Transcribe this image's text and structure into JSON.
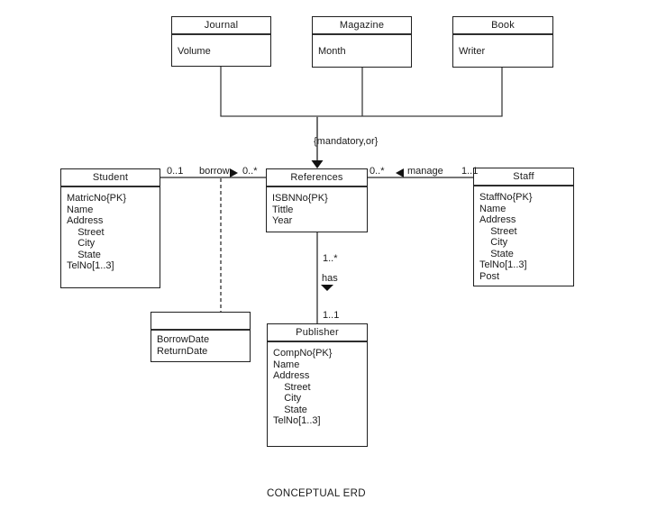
{
  "footer": {
    "label": "CONCEPTUAL ERD"
  },
  "colors": {
    "background": "#ffffff",
    "box_border": "#1f1f1f",
    "relationship_line": "#767676",
    "tree_line": "#3c3c3c",
    "text": "#1a1a1a"
  },
  "entities": {
    "journal": {
      "title": "Journal",
      "attrs": [
        "Volume"
      ]
    },
    "magazine": {
      "title": "Magazine",
      "attrs": [
        "Month"
      ]
    },
    "book": {
      "title": "Book",
      "attrs": [
        "Writer"
      ]
    },
    "student": {
      "title": "Student",
      "attrs": [
        "MatricNo{PK}",
        "Name",
        "Address",
        "    Street",
        "    City",
        "    State",
        "TelNo[1..3]"
      ]
    },
    "references": {
      "title": "References",
      "attrs": [
        "ISBNNo{PK}",
        "Tittle",
        "Year"
      ]
    },
    "staff": {
      "title": "Staff",
      "attrs": [
        "StaffNo{PK}",
        "Name",
        "Address",
        "    Street",
        "    City",
        "    State",
        "TelNo[1..3]",
        "Post"
      ]
    },
    "publisher": {
      "title": "Publisher",
      "attrs": [
        "CompNo{PK}",
        "Name",
        "Address",
        "    Street",
        "    City",
        "    State",
        "TelNo[1..3]"
      ]
    },
    "borrow_assoc": {
      "title": "",
      "attrs": [
        "BorrowDate",
        "ReturnDate"
      ]
    }
  },
  "relationships": {
    "generalization": {
      "constraint": "{mandatory,or}"
    },
    "borrow": {
      "name": "borrow",
      "left_card": "0..1",
      "right_card": "0..*"
    },
    "manage": {
      "name": "manage",
      "left_card": "0..*",
      "right_card": "1..1"
    },
    "has": {
      "name": "has",
      "top_card": "1..*",
      "bottom_card": "1..1"
    }
  }
}
